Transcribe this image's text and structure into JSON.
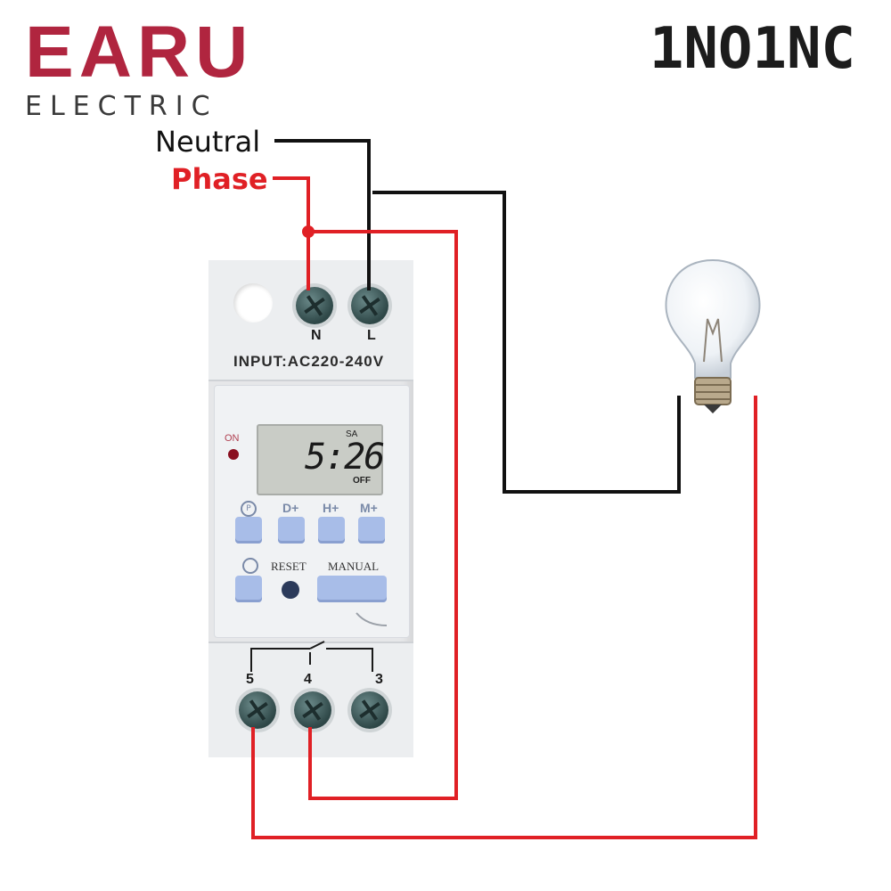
{
  "brand": {
    "name": "EARU",
    "subtitle": "ELECTRIC"
  },
  "configuration": "1NO1NC",
  "wire_labels": {
    "neutral": "Neutral",
    "phase": "Phase"
  },
  "device": {
    "input_terminals": {
      "left": "N",
      "right": "L"
    },
    "input_rating": "INPUT:AC220-240V",
    "indicator": "ON",
    "display": {
      "mode": "SA",
      "time": "5:26",
      "state": "OFF"
    },
    "buttons": {
      "row1": [
        "D+",
        "H+",
        "M+"
      ],
      "reset": "RESET",
      "manual": "MANUAL"
    },
    "output_terminals": [
      "5",
      "4",
      "3"
    ]
  },
  "colors": {
    "brand": "#b0253f",
    "phase_wire": "#e02025",
    "neutral_wire": "#111111",
    "key": "#a8bde8"
  },
  "icons": [
    "light-bulb-icon",
    "screw-terminal-icon",
    "clock-icon",
    "program-icon",
    "hand-press-icon"
  ]
}
